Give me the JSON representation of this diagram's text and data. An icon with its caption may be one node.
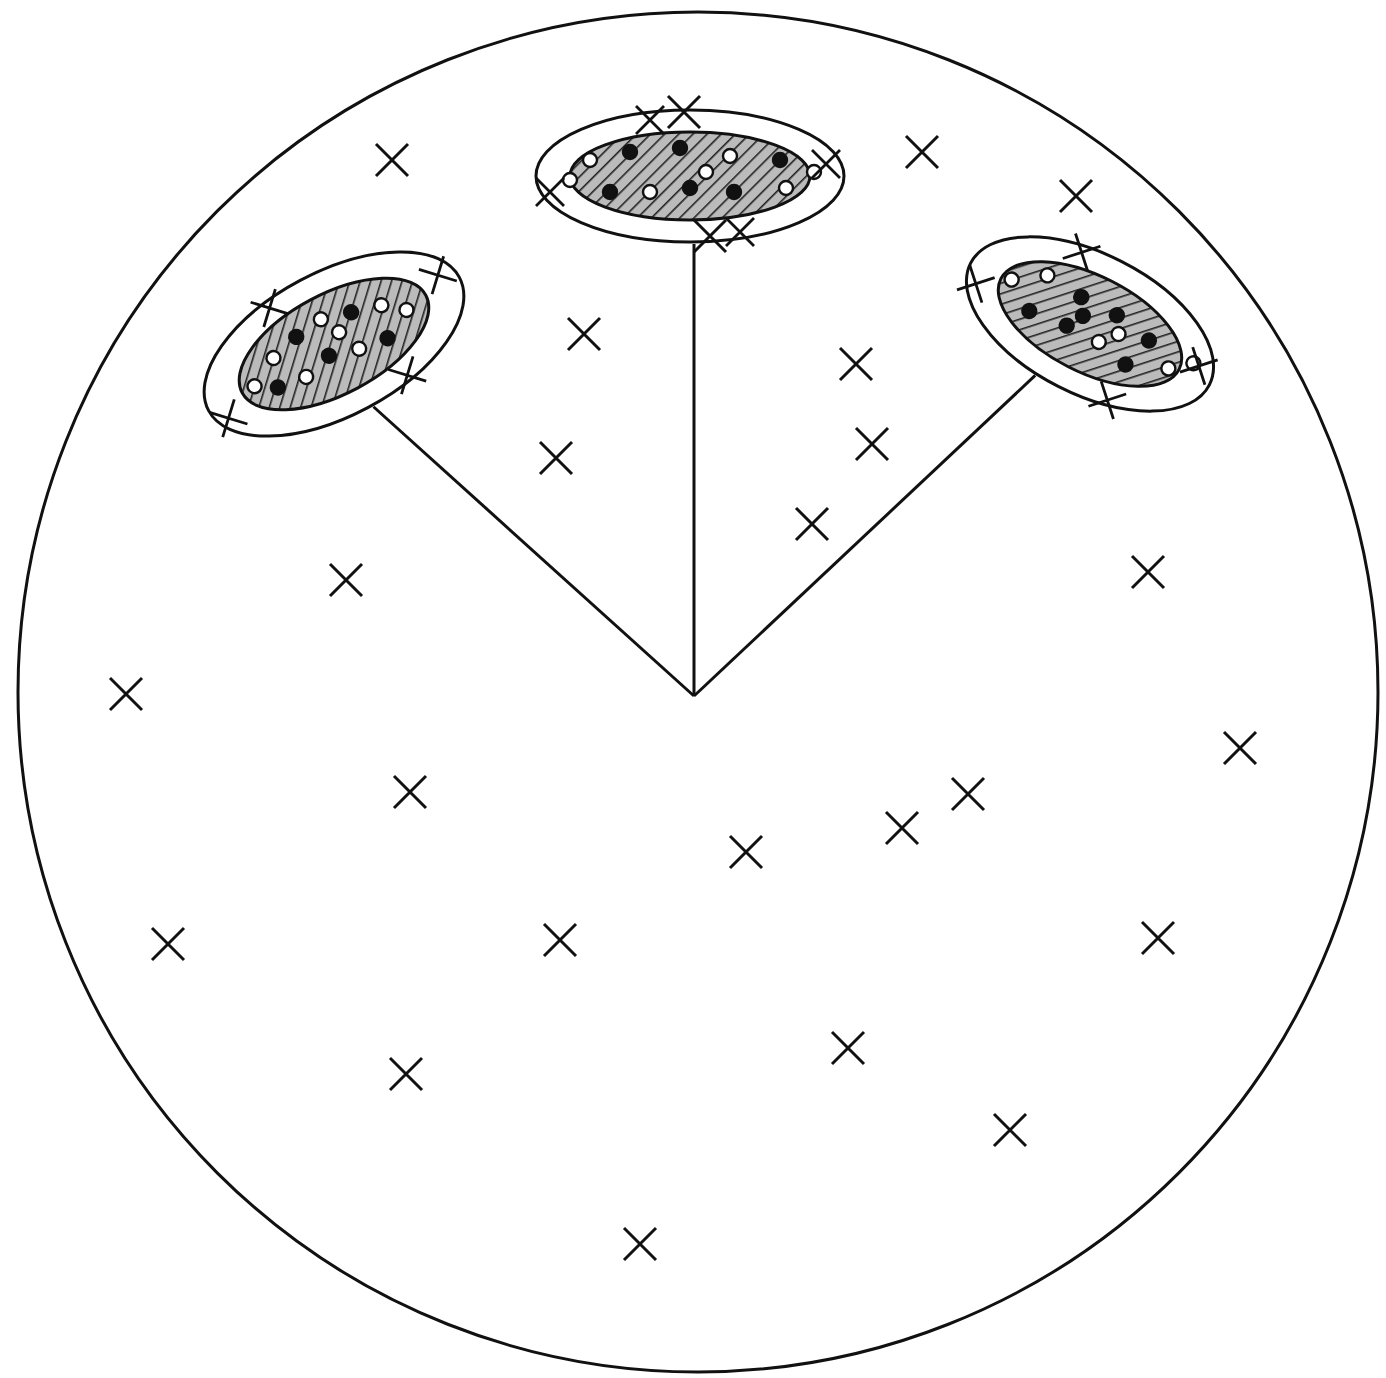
{
  "diagram": {
    "nodes": [
      {
        "text": [],
        "shape": "circle"
      },
      {
        "text": [],
        "shape": "ellipse",
        "in": 0
      },
      {
        "text": [],
        "shape": "ellipse",
        "in": 0
      },
      {
        "text": [],
        "shape": "ellipse",
        "in": 0
      }
    ],
    "edges": [
      {
        "from": null,
        "to": 1,
        "arrow": "none"
      },
      {
        "from": null,
        "to": 2,
        "arrow": "none"
      },
      {
        "from": null,
        "to": 3,
        "arrow": "none"
      }
    ]
  }
}
